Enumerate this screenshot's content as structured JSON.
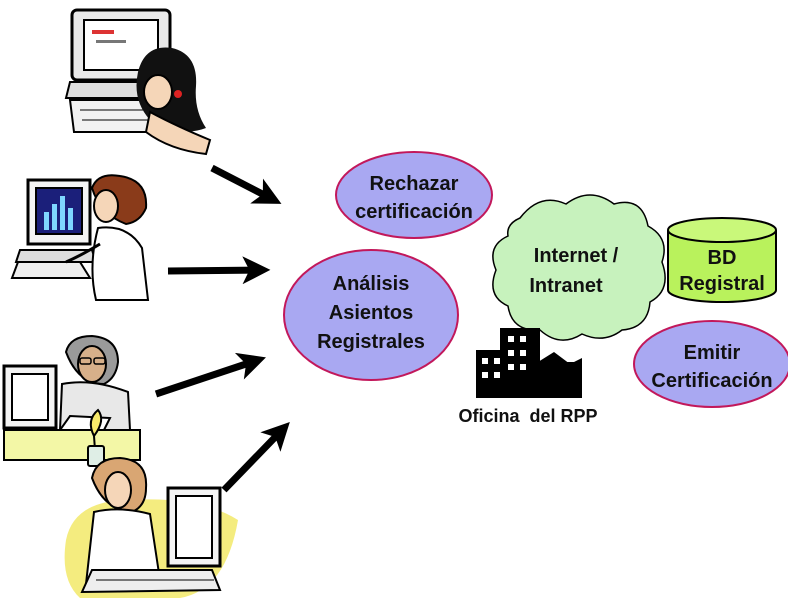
{
  "nodes": {
    "rechazar": [
      "Rechazar",
      "certificación"
    ],
    "analisis": [
      "Análisis",
      "Asientos",
      "Registrales"
    ],
    "internet": [
      "Internet /",
      "Intranet"
    ],
    "bd": [
      "BD",
      "Registral"
    ],
    "emitir": [
      "Emitir",
      "Certificación"
    ]
  },
  "office_label": "Oficina  del RPP",
  "colors": {
    "ellipse_fill": "#a9a8f2",
    "ellipse_stroke": "#c2185b",
    "cloud_fill": "#c7f2bd",
    "cylinder_fill": "#b9f25c",
    "arrow": "#000000"
  },
  "icons": [
    "person-at-computer-icon",
    "building-icon"
  ]
}
